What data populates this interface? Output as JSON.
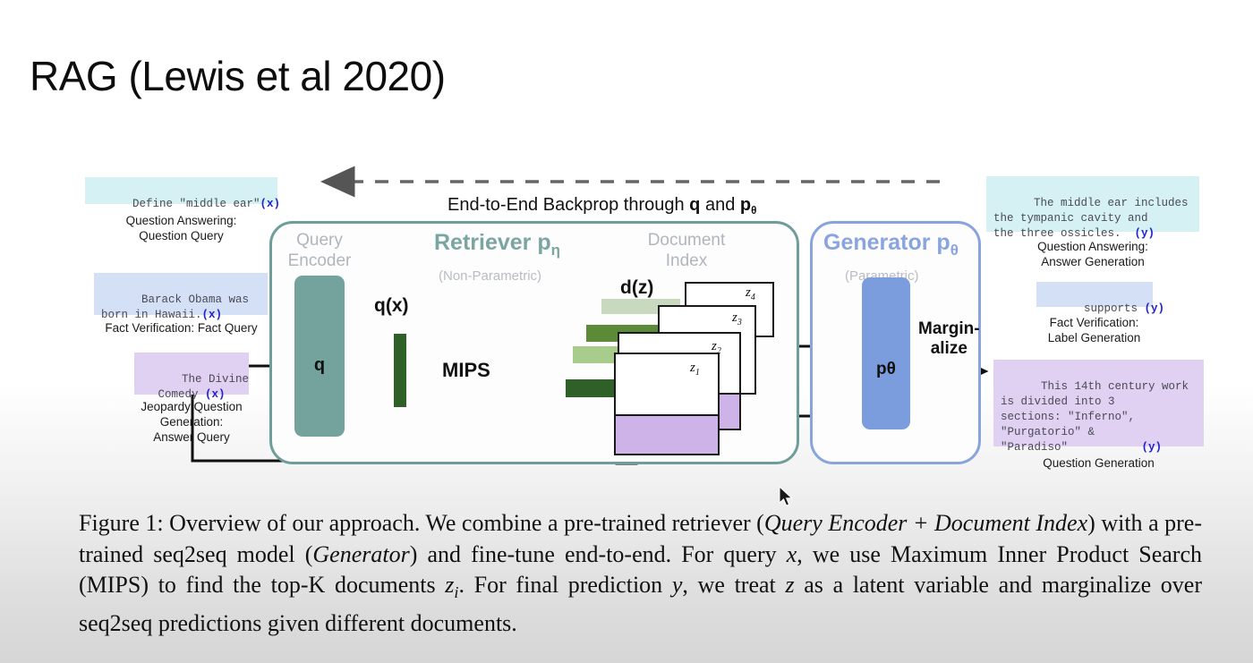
{
  "slide": {
    "title": "RAG (Lewis et al 2020)"
  },
  "figure": {
    "backprop_label_prefix": "End-to-End Backprop through ",
    "backprop_q": "q",
    "backprop_and": " and ",
    "backprop_p": "p",
    "backprop_p_sub": "θ",
    "retriever": {
      "title": "Retriever p",
      "title_sub": "η",
      "subtitle": "(Non-Parametric)",
      "query_encoder_head": "Query\nEncoder",
      "query_encoder_symbol": "q",
      "qx_label": "q(x)",
      "mips_label": "MIPS",
      "document_index_head": "Document\nIndex",
      "dz_label": "d(z)",
      "doc_tags": [
        "z1",
        "z2",
        "z3",
        "z4"
      ],
      "doc_vector_colors": [
        "#c9d9bf",
        "#5b8a39",
        "#a8cc8c",
        "#2f6027"
      ]
    },
    "generator": {
      "title": "Generator p",
      "title_sub": "θ",
      "subtitle": "(Parametric)",
      "symbol": "pθ",
      "marginalize_label": "Margin-\nalize"
    },
    "inputs": [
      {
        "text": "Define \"middle ear\"",
        "tag": "(x)",
        "bg": "#d5f1f4",
        "caption": "Question Answering:\nQuestion Query"
      },
      {
        "text": "Barack Obama was\nborn in Hawaii.",
        "tag": "(x)",
        "bg": "#d3e0f5",
        "caption": "Fact Verification: Fact Query"
      },
      {
        "text": "The Divine\nComedy ",
        "tag": "(x)",
        "bg": "#e0d0f2",
        "caption": "Jeopardy Question\nGeneration:\nAnswer Query"
      }
    ],
    "outputs": [
      {
        "text": "The middle ear includes\nthe tympanic cavity and\nthe three ossicles.  ",
        "tag": "(y)",
        "bg": "#d5f1f4",
        "caption": "Question Answering:\nAnswer Generation"
      },
      {
        "text": "supports ",
        "tag": "(y)",
        "bg": "#d3e0f5",
        "caption": "Fact Verification:\nLabel Generation"
      },
      {
        "text": "This 14th century work\nis divided into 3\nsections: \"Inferno\",\n\"Purgatorio\" &\n\"Paradiso\"           ",
        "tag": "(y)",
        "bg": "#e0d0f2",
        "caption": "Question Generation"
      }
    ]
  },
  "caption": {
    "label": "Figure 1:",
    "line1": " Overview of our approach. We combine a pre-trained retriever (",
    "em1": "Query Encoder + Document Index",
    "line2": ") with a pre-trained seq2seq model (",
    "em2": "Generator",
    "line3": ") and fine-tune end-to-end. For query ",
    "var_x": "x",
    "line4": ", we use Maximum Inner Product Search (MIPS) to find the top-K documents ",
    "var_zi": "zi",
    "line5": ". For final prediction ",
    "var_y": "y",
    "line6": ", we treat ",
    "var_z": "z",
    "line7": " as a latent variable and marginalize over seq2seq predictions given different documents."
  }
}
